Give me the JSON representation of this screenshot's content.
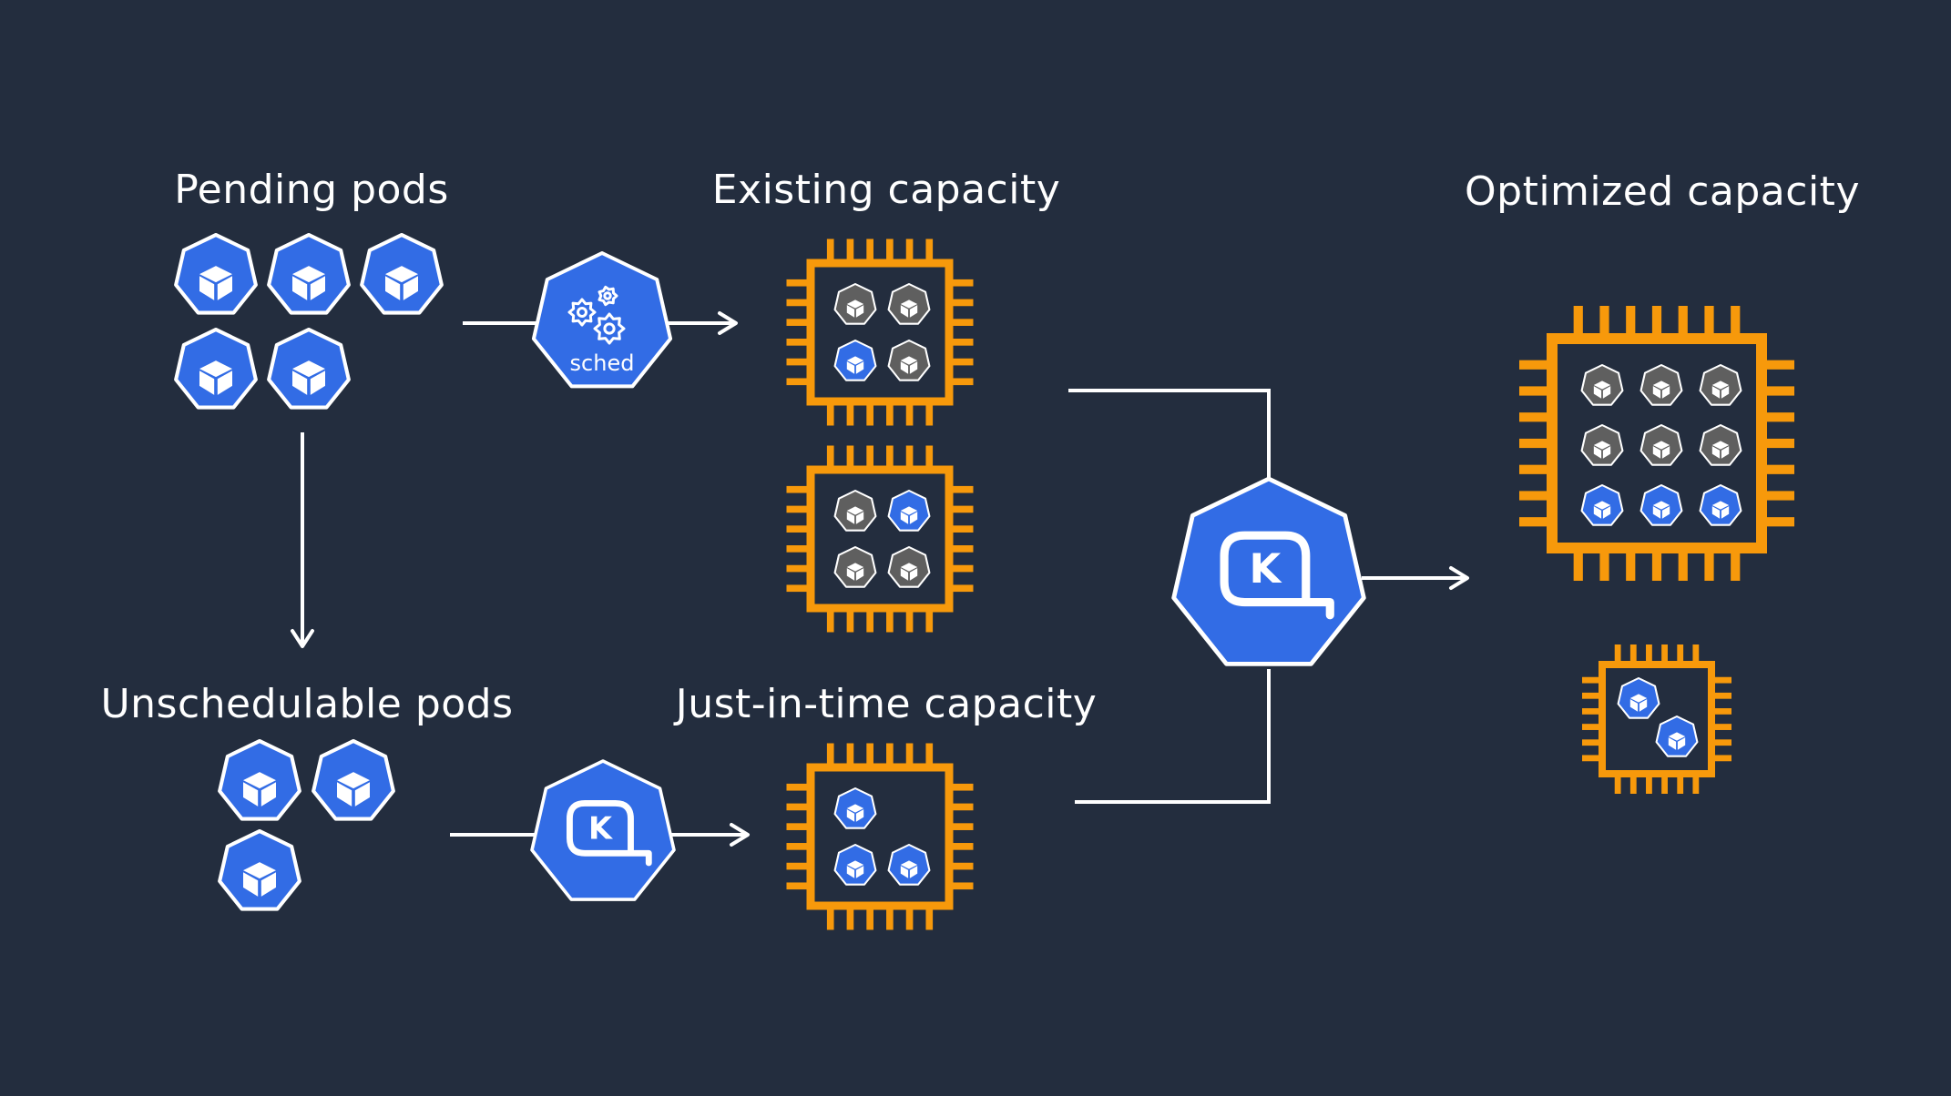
{
  "labels": {
    "pending_pods": "Pending pods",
    "existing_capacity": "Existing capacity",
    "optimized_capacity": "Optimized capacity",
    "unschedulable_pods": "Unschedulable pods",
    "just_in_time_capacity": "Just-in-time capacity"
  },
  "scheduler": {
    "label": "sched",
    "icon": "gears-icon"
  },
  "karpenter": {
    "letter": "K",
    "icon": "karpenter-logo-icon"
  },
  "pending_pods_count": 5,
  "unschedulable_pods_count": 3,
  "nodes": {
    "existing_node_1": [
      "used",
      "used",
      "new",
      "used"
    ],
    "existing_node_2": [
      "used",
      "new",
      "used",
      "used"
    ],
    "jit_node": [
      "new",
      "empty",
      "new",
      "new"
    ],
    "optimized_large_node": [
      "used",
      "used",
      "used",
      "used",
      "used",
      "used",
      "new",
      "new",
      "new"
    ],
    "optimized_small_node": [
      "new",
      "new"
    ]
  },
  "colors": {
    "background": "#232d3e",
    "pod_blue": "#326ce5",
    "pod_gray": "#5f5f5f",
    "node_orange": "#f7990b",
    "arrow": "#ffffff"
  }
}
